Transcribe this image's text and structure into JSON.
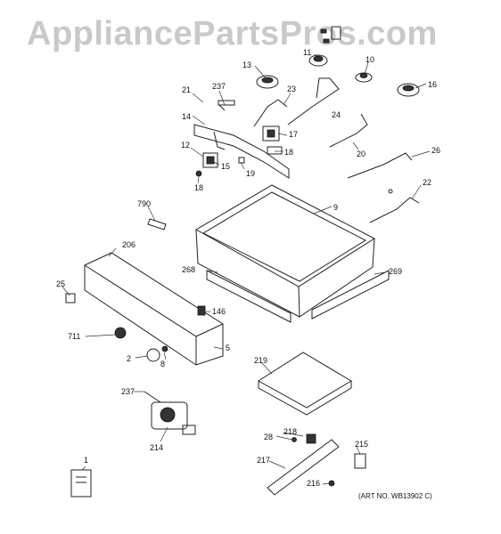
{
  "watermark": "AppliancePartsPros.com",
  "art_number": "(ART NO. WB13902 C)",
  "callouts": {
    "c1": "1",
    "c2": "2",
    "c5": "5",
    "c8": "8",
    "c9": "9",
    "c10": "10",
    "c11": "11",
    "c12": "12",
    "c13": "13",
    "c14": "14",
    "c15": "15",
    "c16": "16",
    "c17": "17",
    "c18a": "18",
    "c18b": "18",
    "c19": "19",
    "c20": "20",
    "c21": "21",
    "c22": "22",
    "c23": "23",
    "c24": "24",
    "c25": "25",
    "c26": "26",
    "c28": "28",
    "c146": "146",
    "c206": "206",
    "c214": "214",
    "c215": "215",
    "c216": "216",
    "c217": "217",
    "c218": "218",
    "c219": "219",
    "c237a": "237",
    "c237b": "237",
    "c268": "268",
    "c269": "269",
    "c711": "711",
    "c790": "790"
  }
}
